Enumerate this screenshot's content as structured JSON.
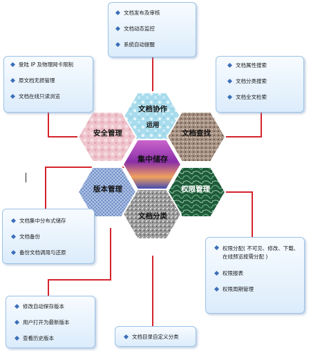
{
  "center": {
    "label": "集中储存"
  },
  "hexagons": [
    {
      "id": "collab",
      "label": "文档协作",
      "sublabel": "运用"
    },
    {
      "id": "search",
      "label": "文档查找"
    },
    {
      "id": "perm",
      "label": "权限管理"
    },
    {
      "id": "classify",
      "label": "文档分类"
    },
    {
      "id": "version",
      "label": "版本管理"
    },
    {
      "id": "security",
      "label": "安全管理"
    }
  ],
  "boxes": {
    "collab": [
      "文档发布及审核",
      "文档动态监控",
      "系统自动提醒"
    ],
    "security": [
      "登陆 IP 及物理网卡限制",
      "原文档无损管理",
      "文档在线只读浏览"
    ],
    "search": [
      "文档属性搜索",
      "文档分类搜索",
      "文档全文检索"
    ],
    "storage": [
      "文档集中分布式储存",
      "文档备份",
      "备份文档调用与还原"
    ],
    "perm": [
      "权限分配( 不可见、修改、下载、在线预览按需分配 )",
      "权限报表",
      "权限周期管理"
    ],
    "version": [
      "修改自动保存版本",
      "用户打开为最新版本",
      "查看历史版本"
    ],
    "classify": [
      "文档目录自定义分类"
    ]
  },
  "colors": {
    "connector": "#d4222b",
    "box_border": "#9cc2e6",
    "bullet": "#3d6fb8"
  }
}
